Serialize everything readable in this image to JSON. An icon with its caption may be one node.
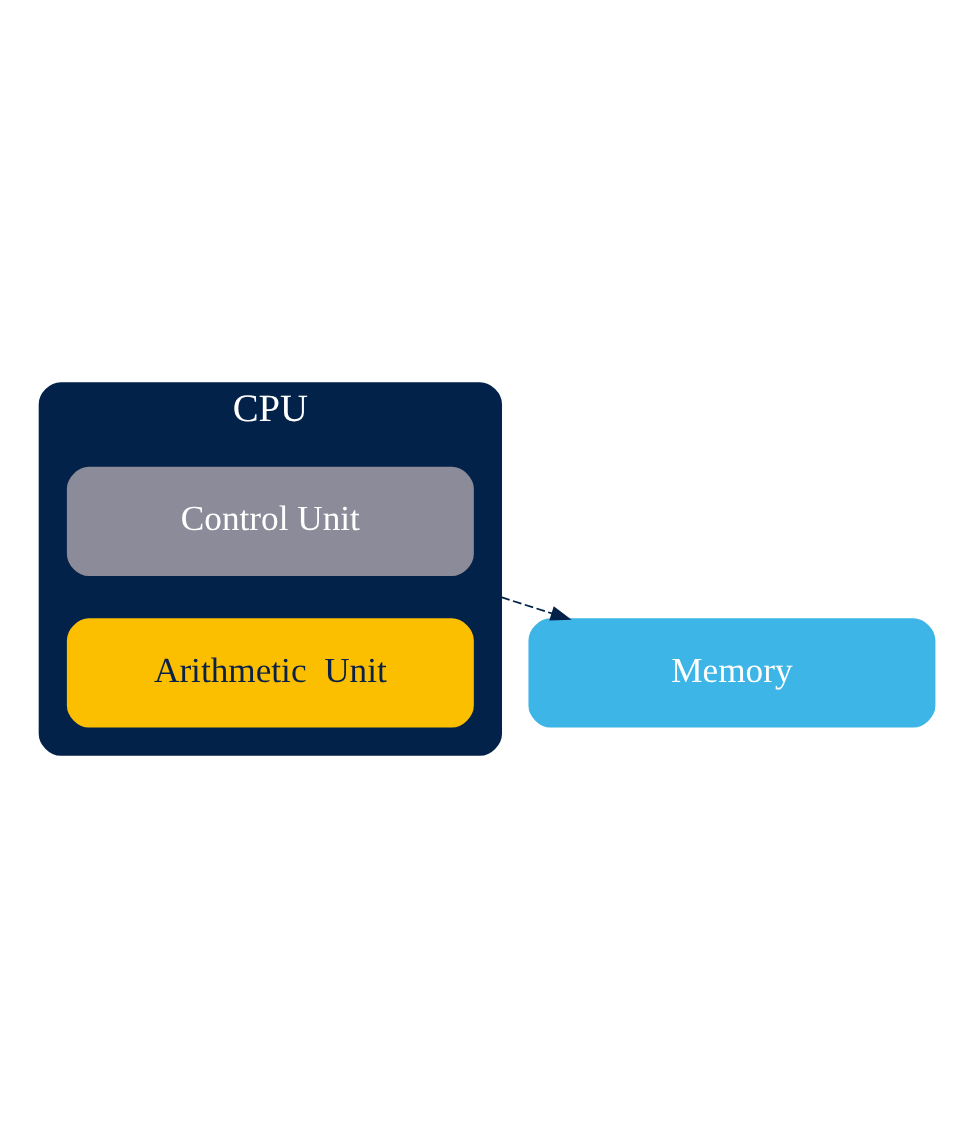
{
  "diagram": {
    "nodes": [
      {
        "text": [
          "CPU"
        ]
      },
      {
        "text": [
          "Control Unit"
        ],
        "in": 0
      },
      {
        "text": [
          "Arithmetic  Unit"
        ],
        "in": 0
      },
      {
        "text": [
          "Memory"
        ]
      }
    ],
    "edges": [
      {
        "from": 0,
        "to": 3,
        "arrow": "to",
        "style": "dashed"
      }
    ]
  }
}
